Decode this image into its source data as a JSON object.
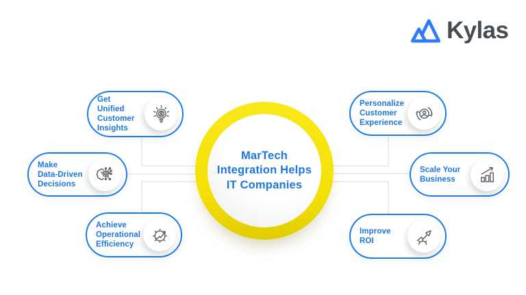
{
  "logo": {
    "brand": "Kylas",
    "icon": "kylas-mountain-icon",
    "icon_color": "#2e7cf6",
    "text_color": "#474c52"
  },
  "center": {
    "lines": [
      "MarTech",
      "Integration Helps",
      "IT Companies"
    ],
    "ring_color": "#f4e006",
    "text_color": "#1c76dd"
  },
  "pills": [
    {
      "label": "Get\nUnified\nCustomer\nInsights",
      "icon": "lightbulb-insight-icon"
    },
    {
      "label": "Make\nData-Driven\nDecisions",
      "icon": "brain-circuit-icon"
    },
    {
      "label": "Achieve\nOperational\nEfficiency",
      "icon": "gear-growth-icon"
    },
    {
      "label": "Personalize\nCustomer\nExperience",
      "icon": "customer-loop-icon"
    },
    {
      "label": "Scale Your\nBusiness",
      "icon": "bar-chart-growth-icon"
    },
    {
      "label": "Improve\nROI",
      "icon": "roi-growth-gear-icon"
    }
  ],
  "colors": {
    "pill_border": "#1e7ce8",
    "pill_text": "#1c76dd",
    "icon_stroke": "#5c6166",
    "connector": "#ececec",
    "background": "#ffffff"
  }
}
